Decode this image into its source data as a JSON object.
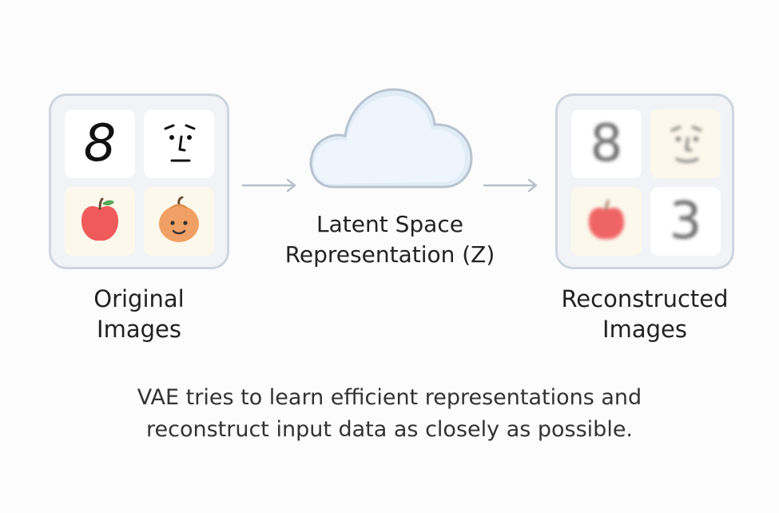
{
  "diagram": {
    "input": {
      "label_line1": "Original",
      "label_line2": "Images",
      "tiles": [
        "8",
        "face",
        "apple",
        "pumpkin-face"
      ]
    },
    "latent": {
      "label_line1": "Latent Space",
      "label_line2": "Representation (Z)"
    },
    "output": {
      "label_line1": "Reconstructed",
      "label_line2": "Images",
      "tiles": [
        "8",
        "face",
        "apple",
        "3"
      ]
    },
    "caption_line1": "VAE tries to learn efficient representations and",
    "caption_line2": "reconstruct input data as closely as possible."
  },
  "icons": {
    "arrow1": "arrow-right-icon",
    "cloud": "cloud-icon",
    "arrow2": "arrow-right-icon"
  },
  "colors": {
    "panel_bg": "#f1f3f6",
    "panel_border": "#cdd5de",
    "cloud_fill": "#e9f3fb",
    "cloud_stroke": "#b7c3cf",
    "arrow": "#b6c0ca",
    "apple": "#ef5a5a",
    "pumpkin": "#f0a064"
  }
}
